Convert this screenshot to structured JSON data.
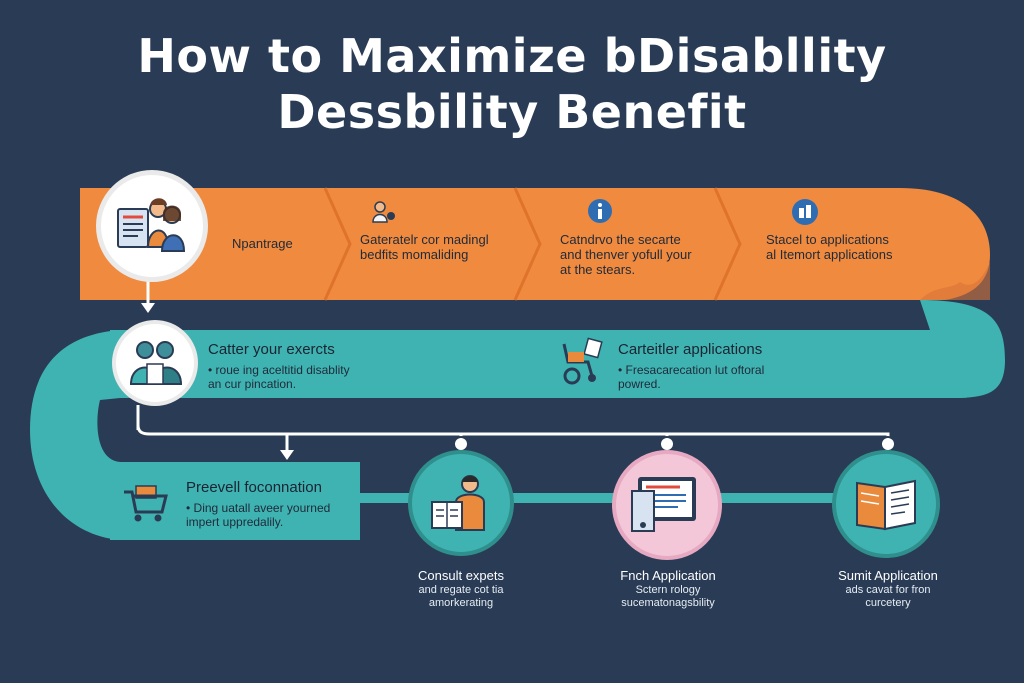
{
  "title": {
    "line1": "How to Maximize bDisabllity",
    "line2": "Dessbility Benefit"
  },
  "colors": {
    "background": "#2a3c55",
    "orange": "#f08a3e",
    "teal": "#3fb3b1",
    "white": "#ffffff"
  },
  "top_band": {
    "segments": [
      {
        "icon": "people-document-icon",
        "lines": [
          "Npantrage"
        ]
      },
      {
        "icon": "person-gear-icon",
        "lines": [
          "Gateratelr cor madingl",
          "bedfits momaliding"
        ]
      },
      {
        "icon": "info-icon",
        "lines": [
          "Catndrvo the secarte",
          "and thenver yofull your",
          "at the stears."
        ]
      },
      {
        "icon": "building-icon",
        "lines": [
          "Stacel to applications",
          "al Itemort applications"
        ]
      }
    ]
  },
  "middle_band": {
    "left": {
      "icon": "two-people-icon",
      "title": "Catter your exercts",
      "desc": [
        "• roue ing aceltitid disablity",
        "an cur pincation."
      ]
    },
    "right": {
      "icon": "wheelchair-icon",
      "title": "Carteitler applications",
      "desc": [
        "• Fresacarecation lut oftoral",
        "powred."
      ]
    }
  },
  "bottom_band": {
    "icon": "cart-icon",
    "title": "Preevell foconnation",
    "desc": [
      "• Ding uatall aveer yourned",
      "impert uppredalily."
    ]
  },
  "steps": [
    {
      "icon": "person-reading-icon",
      "title": "Consult expets",
      "desc": [
        "and regate cot tia",
        "amorkerating"
      ]
    },
    {
      "icon": "document-screen-icon",
      "title": "Fnch Application",
      "desc": [
        "Sctern rology",
        "sucematonagsbility"
      ]
    },
    {
      "icon": "open-book-icon",
      "title": "Sumit Application",
      "desc": [
        "ads cavat for fron",
        "curcetery"
      ]
    }
  ]
}
